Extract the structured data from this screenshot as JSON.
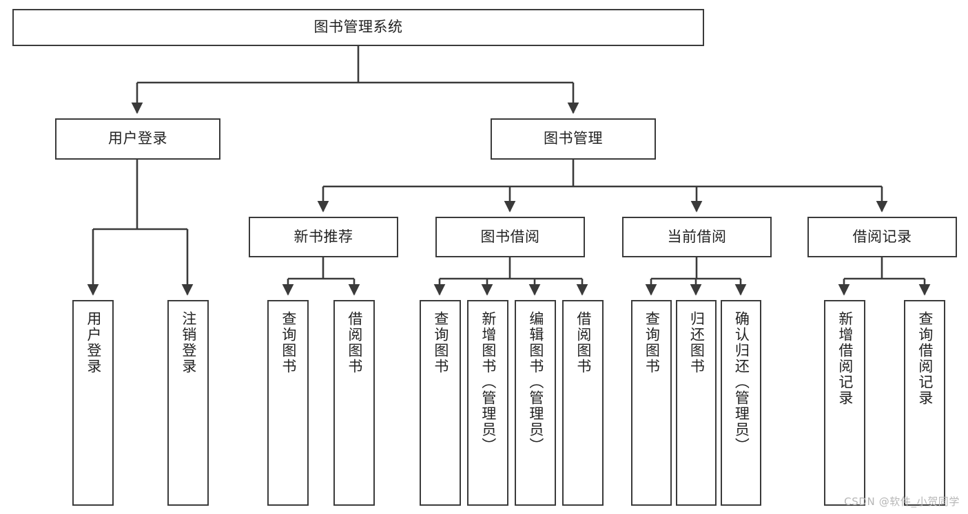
{
  "diagram": {
    "title": "图书管理系统",
    "watermark": "CSDN @软件_小贺同学",
    "colors": {
      "box_border": "#3a3a3a",
      "box_fill": "#ffffff",
      "connector": "#3a3a3a",
      "text": "#222222",
      "watermark": "#b6b6b6"
    },
    "nodes": {
      "root": {
        "label": "图书管理系统"
      },
      "level2": [
        {
          "id": "user-login",
          "label": "用户登录"
        },
        {
          "id": "book-management",
          "label": "图书管理"
        }
      ],
      "level3": [
        {
          "id": "new-book-recommend",
          "label": "新书推荐"
        },
        {
          "id": "book-borrow",
          "label": "图书借阅"
        },
        {
          "id": "current-borrow",
          "label": "当前借阅"
        },
        {
          "id": "borrow-record",
          "label": "借阅记录"
        }
      ],
      "leaves": {
        "user_login": [
          {
            "id": "leaf-user-login",
            "label": "用户登录"
          },
          {
            "id": "leaf-logout-login",
            "label": "注销登录"
          }
        ],
        "new_book_recommend": [
          {
            "id": "leaf-query-book-1",
            "label": "查询图书"
          },
          {
            "id": "leaf-borrow-book-1",
            "label": "借阅图书"
          }
        ],
        "book_borrow": [
          {
            "id": "leaf-query-book-2",
            "label": "查询图书"
          },
          {
            "id": "leaf-add-book",
            "label": "新增图书（管理员）"
          },
          {
            "id": "leaf-edit-book",
            "label": "编辑图书（管理员）"
          },
          {
            "id": "leaf-borrow-book-2",
            "label": "借阅图书"
          }
        ],
        "current_borrow": [
          {
            "id": "leaf-query-book-3",
            "label": "查询图书"
          },
          {
            "id": "leaf-return-book",
            "label": "归还图书"
          },
          {
            "id": "leaf-confirm-return",
            "label": "确认归还（管理员）"
          }
        ],
        "borrow_record": [
          {
            "id": "leaf-add-record",
            "label": "新增借阅记录"
          },
          {
            "id": "leaf-query-record",
            "label": "查询借阅记录"
          }
        ]
      }
    }
  }
}
